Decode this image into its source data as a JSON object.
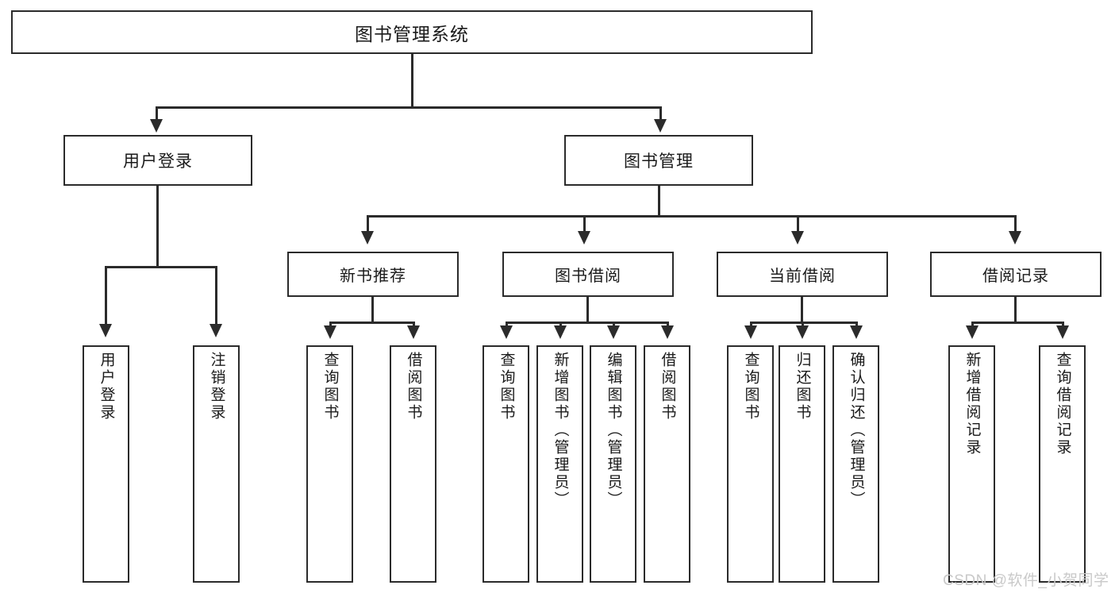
{
  "diagram": {
    "title": "图书管理系统",
    "watermark": "CSDN @软件_小贺同学",
    "accent_color": "#2b2b2b",
    "background_color": "#ffffff",
    "root": {
      "label": "图书管理系统"
    },
    "level2": [
      {
        "id": "user-login",
        "label": "用户登录"
      },
      {
        "id": "book-management",
        "label": "图书管理"
      }
    ],
    "level3": [
      {
        "id": "new-book-recommend",
        "label": "新书推荐"
      },
      {
        "id": "book-borrow",
        "label": "图书借阅"
      },
      {
        "id": "current-borrow",
        "label": "当前借阅"
      },
      {
        "id": "borrow-record",
        "label": "借阅记录"
      }
    ],
    "leaves": {
      "user_login": [
        {
          "id": "leaf-user-login",
          "label": "用户登录"
        },
        {
          "id": "leaf-logout-login",
          "label": "注销登录"
        }
      ],
      "new_book_recommend": [
        {
          "id": "leaf-query-book-1",
          "label": "查询图书"
        },
        {
          "id": "leaf-borrow-book-1",
          "label": "借阅图书"
        }
      ],
      "book_borrow": [
        {
          "id": "leaf-query-book-2",
          "label": "查询图书"
        },
        {
          "id": "leaf-add-book",
          "label": "新增图书（管理员）"
        },
        {
          "id": "leaf-edit-book",
          "label": "编辑图书（管理员）"
        },
        {
          "id": "leaf-borrow-book-2",
          "label": "借阅图书"
        }
      ],
      "current_borrow": [
        {
          "id": "leaf-query-book-3",
          "label": "查询图书"
        },
        {
          "id": "leaf-return-book",
          "label": "归还图书"
        },
        {
          "id": "leaf-confirm-return",
          "label": "确认归还（管理员）"
        }
      ],
      "borrow_record": [
        {
          "id": "leaf-add-record",
          "label": "新增借阅记录"
        },
        {
          "id": "leaf-query-record",
          "label": "查询借阅记录"
        }
      ]
    }
  }
}
